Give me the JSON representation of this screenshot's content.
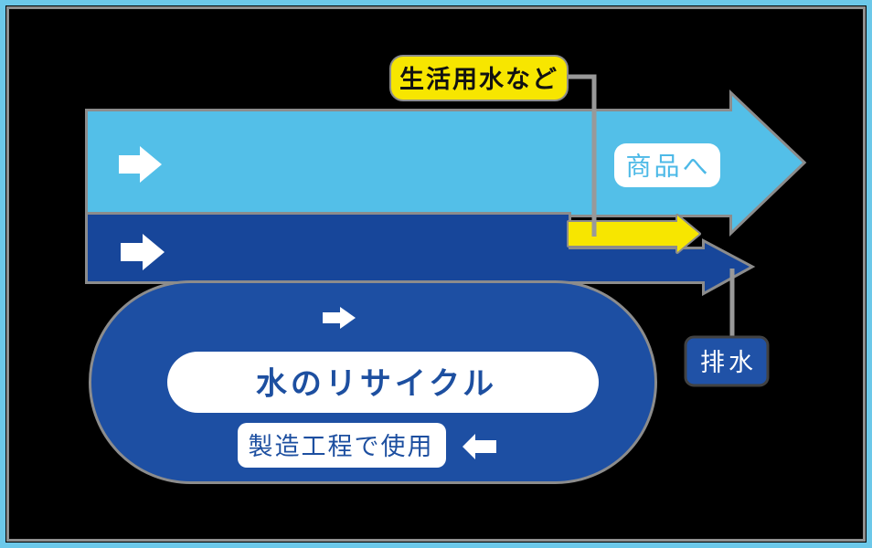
{
  "diagram": {
    "title_semantic": "water-recycle-flow-diagram",
    "labels": {
      "domestic_water": "生活用水など",
      "to_product": "商品へ",
      "water_recycle": "水のリサイクル",
      "used_in_process": "製造工程で使用",
      "drain": "排水"
    },
    "icons": {
      "flow_right_arrow": "block-arrow-right",
      "flow_left_arrow": "block-arrow-left"
    },
    "colors": {
      "background": "#000000",
      "frame_border": "#6cc8e9",
      "frame_line": "#8f8f8f",
      "sky_blue": "#53bfe8",
      "navy_band": "#17469a",
      "navy_ellipse": "#1d4fa3",
      "navy_box": "#2052a7",
      "yellow": "#f7e600",
      "white": "#ffffff",
      "product_text": "#4cb9e7",
      "navy_text": "#1d4fa0",
      "label_text": "#111111"
    }
  }
}
